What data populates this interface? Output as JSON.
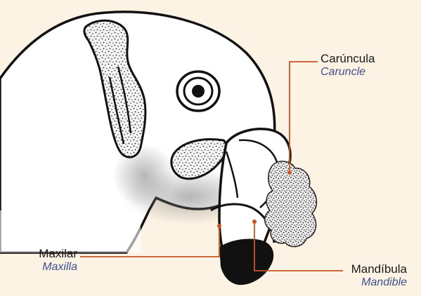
{
  "labels": {
    "caruncle": {
      "es": "Carúncula",
      "en": "Caruncle"
    },
    "maxilla": {
      "es": "Maxilar",
      "en": "Maxilla"
    },
    "mandible": {
      "es": "Mandíbula",
      "en": "Mandible"
    }
  },
  "colors": {
    "background": "#fdf3e4",
    "leader": "#c8551f",
    "english_label": "#3d4f8a",
    "ink": "#111111"
  }
}
